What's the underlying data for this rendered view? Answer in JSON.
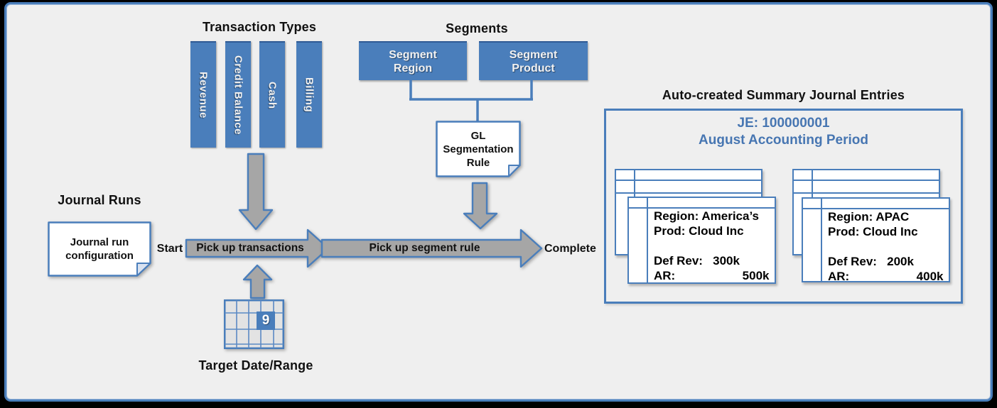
{
  "colors": {
    "accent_blue": "#4a7ebb",
    "arrow_grey": "#a6a6a6",
    "heading_blue": "#4776b2",
    "slide_bg": "#efefef"
  },
  "transaction_types": {
    "title": "Transaction Types",
    "bars": [
      "Revenue",
      "Credit Balance",
      "Cash",
      "Billing"
    ]
  },
  "segments": {
    "title": "Segments",
    "region_box": {
      "line1": "Segment",
      "line2": "Region"
    },
    "product_box": {
      "line1": "Segment",
      "line2": "Product"
    },
    "gl_rule": {
      "line1": "GL",
      "line2": "Segmentation",
      "line3": "Rule"
    }
  },
  "journal_runs": {
    "title": "Journal Runs",
    "config_doc": {
      "line1": "Journal run",
      "line2": "configuration"
    }
  },
  "flow": {
    "start": "Start",
    "step1": "Pick up transactions",
    "step2": "Pick up segment rule",
    "complete": "Complete"
  },
  "calendar": {
    "day": "9",
    "title": "Target Date/Range"
  },
  "summary": {
    "title": "Auto-created Summary Journal Entries",
    "je_number": "JE: 100000001",
    "je_period": "August Accounting Period",
    "cards": [
      {
        "lines": [
          "Region: America’s",
          "Prod: Cloud Inc",
          "",
          "Def Rev:   300k",
          "AR:                    500k"
        ]
      },
      {
        "lines": [
          "Region: APAC",
          "Prod: Cloud Inc",
          "",
          "Def Rev:   200k",
          "AR:                    400k"
        ]
      }
    ]
  }
}
